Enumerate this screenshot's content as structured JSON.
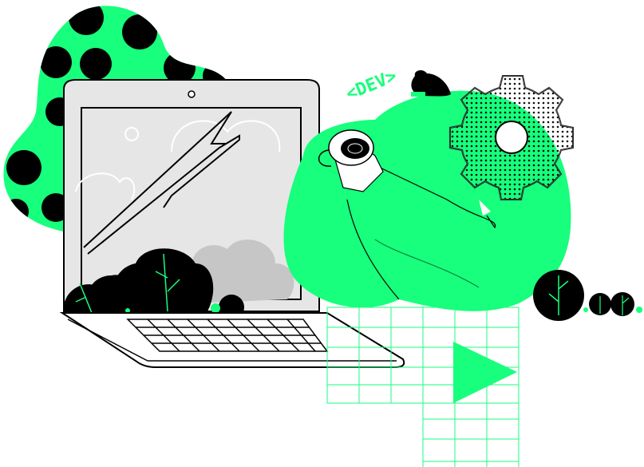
{
  "illustration": {
    "tag_text": "<DEV>",
    "colors": {
      "accent": "#17ff7c",
      "ink": "#000000",
      "screen": "#e6e6e6",
      "screen_cloud": "#c6c6c6",
      "background": "#ffffff"
    },
    "icons": [
      "laptop",
      "lightning-bolt",
      "coffee-cup",
      "gear",
      "bushes",
      "grid",
      "play-triangle",
      "polka-dot-blob"
    ]
  }
}
